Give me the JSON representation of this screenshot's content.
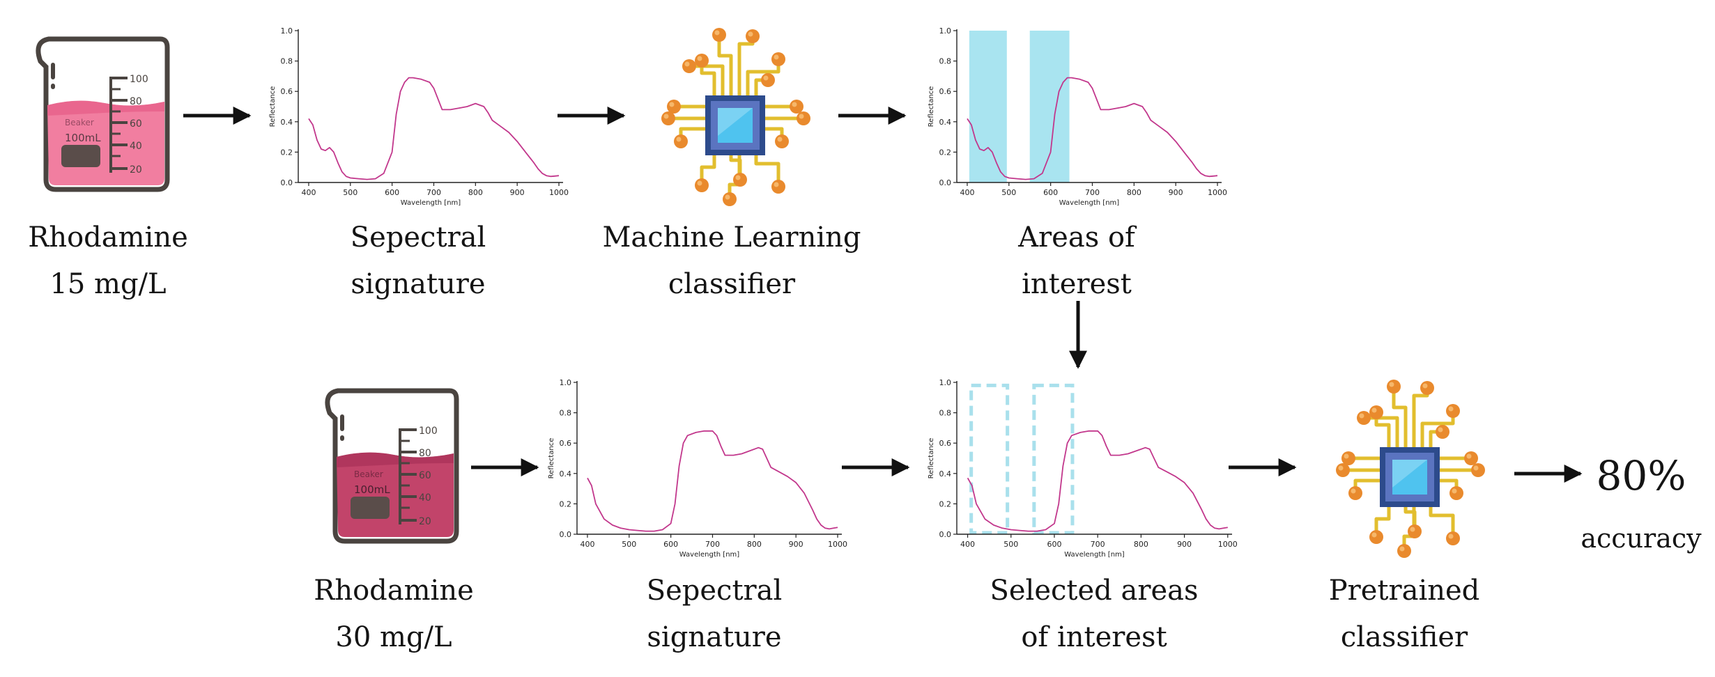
{
  "colors": {
    "spectrum_line": "#c2378c",
    "roi_fill": "#a9e4f0",
    "roi_dashed": "#a9e0ec",
    "liquid_light": "#f17ea0",
    "liquid_dark": "#c2446a",
    "chip_node": "#e98a2d",
    "chip_trace": "#e2be2e",
    "chip_core_outer": "#2d4b8c",
    "chip_core_inner": "#4fc3ef"
  },
  "captions": {
    "rhodamine15": [
      "Rhodamine",
      "15 mg/L"
    ],
    "signature_top": [
      "Sepectral",
      "signature"
    ],
    "ml_classifier": [
      "Machine Learning",
      "classifier"
    ],
    "areas_of_interest": [
      "Areas of",
      "interest"
    ],
    "rhodamine30": [
      "Rhodamine",
      "30 mg/L"
    ],
    "signature_bottom": [
      "Sepectral",
      "signature"
    ],
    "selected_areas": [
      "Selected areas",
      "of interest"
    ],
    "pretrained": [
      "Pretrained",
      "classifier"
    ]
  },
  "result": {
    "value": "80%",
    "label": "accuracy"
  },
  "beaker": {
    "brand": "Beaker",
    "volume": "100mL",
    "scale_labels": [
      "100",
      "80",
      "60",
      "40",
      "20"
    ]
  },
  "chart_data": [
    {
      "type": "line",
      "id": "spectral-signature-15",
      "xlabel": "Wavelength [nm]",
      "ylabel": "Reflectance",
      "xlim": [
        375,
        1010
      ],
      "ylim": [
        0,
        1.0
      ],
      "xticks": [
        400,
        500,
        600,
        700,
        800,
        900,
        1000
      ],
      "yticks": [
        0.0,
        0.2,
        0.4,
        0.6,
        0.8,
        1.0
      ],
      "series": [
        {
          "x": [
            400,
            410,
            420,
            430,
            440,
            450,
            460,
            470,
            480,
            490,
            500,
            520,
            540,
            560,
            580,
            600,
            610,
            620,
            630,
            640,
            650,
            670,
            690,
            700,
            710,
            720,
            740,
            760,
            780,
            800,
            820,
            830,
            840,
            860,
            880,
            900,
            920,
            940,
            950,
            960,
            970,
            980,
            990,
            1000
          ],
          "y": [
            0.42,
            0.38,
            0.28,
            0.22,
            0.21,
            0.23,
            0.2,
            0.13,
            0.07,
            0.04,
            0.03,
            0.025,
            0.02,
            0.025,
            0.06,
            0.2,
            0.45,
            0.6,
            0.66,
            0.69,
            0.69,
            0.68,
            0.66,
            0.62,
            0.55,
            0.48,
            0.48,
            0.49,
            0.5,
            0.52,
            0.5,
            0.46,
            0.41,
            0.37,
            0.33,
            0.27,
            0.2,
            0.13,
            0.09,
            0.06,
            0.045,
            0.04,
            0.042,
            0.045
          ]
        }
      ]
    },
    {
      "type": "line",
      "id": "areas-of-interest",
      "xlabel": "Wavelength [nm]",
      "ylabel": "Reflectance",
      "xlim": [
        375,
        1010
      ],
      "ylim": [
        0,
        1.0
      ],
      "xticks": [
        400,
        500,
        600,
        700,
        800,
        900,
        1000
      ],
      "yticks": [
        0.0,
        0.2,
        0.4,
        0.6,
        0.8,
        1.0
      ],
      "highlight_bands": [
        [
          405,
          495
        ],
        [
          550,
          645
        ]
      ],
      "highlight_style": "filled",
      "series": [
        {
          "x": [
            400,
            410,
            420,
            430,
            440,
            450,
            460,
            470,
            480,
            490,
            500,
            520,
            540,
            560,
            580,
            600,
            610,
            620,
            630,
            640,
            650,
            670,
            690,
            700,
            710,
            720,
            740,
            760,
            780,
            800,
            820,
            830,
            840,
            860,
            880,
            900,
            920,
            940,
            950,
            960,
            970,
            980,
            990,
            1000
          ],
          "y": [
            0.42,
            0.38,
            0.28,
            0.22,
            0.21,
            0.23,
            0.2,
            0.13,
            0.07,
            0.04,
            0.03,
            0.025,
            0.02,
            0.025,
            0.06,
            0.2,
            0.45,
            0.6,
            0.66,
            0.69,
            0.69,
            0.68,
            0.66,
            0.62,
            0.55,
            0.48,
            0.48,
            0.49,
            0.5,
            0.52,
            0.5,
            0.46,
            0.41,
            0.37,
            0.33,
            0.27,
            0.2,
            0.13,
            0.09,
            0.06,
            0.045,
            0.04,
            0.042,
            0.045
          ]
        }
      ]
    },
    {
      "type": "line",
      "id": "spectral-signature-30",
      "xlabel": "Wavelength [nm]",
      "ylabel": "Reflectance",
      "xlim": [
        375,
        1010
      ],
      "ylim": [
        0,
        1.0
      ],
      "xticks": [
        400,
        500,
        600,
        700,
        800,
        900,
        1000
      ],
      "yticks": [
        0.0,
        0.2,
        0.4,
        0.6,
        0.8,
        1.0
      ],
      "series": [
        {
          "x": [
            400,
            410,
            420,
            440,
            460,
            480,
            500,
            520,
            540,
            560,
            580,
            600,
            610,
            620,
            630,
            640,
            660,
            680,
            700,
            710,
            720,
            730,
            750,
            770,
            790,
            810,
            820,
            830,
            840,
            860,
            880,
            900,
            920,
            940,
            950,
            960,
            970,
            980,
            990,
            1000
          ],
          "y": [
            0.37,
            0.32,
            0.2,
            0.1,
            0.06,
            0.04,
            0.03,
            0.025,
            0.02,
            0.02,
            0.03,
            0.07,
            0.2,
            0.45,
            0.6,
            0.65,
            0.67,
            0.68,
            0.68,
            0.65,
            0.58,
            0.52,
            0.52,
            0.53,
            0.55,
            0.57,
            0.56,
            0.5,
            0.44,
            0.41,
            0.38,
            0.34,
            0.27,
            0.16,
            0.1,
            0.06,
            0.04,
            0.035,
            0.04,
            0.045
          ]
        }
      ]
    },
    {
      "type": "line",
      "id": "selected-areas-of-interest",
      "xlabel": "Wavelength [nm]",
      "ylabel": "Reflectance",
      "xlim": [
        375,
        1010
      ],
      "ylim": [
        0,
        1.0
      ],
      "xticks": [
        400,
        500,
        600,
        700,
        800,
        900,
        1000
      ],
      "yticks": [
        0.0,
        0.2,
        0.4,
        0.6,
        0.8,
        1.0
      ],
      "highlight_bands": [
        [
          405,
          495
        ],
        [
          550,
          645
        ]
      ],
      "highlight_style": "dashed",
      "series": [
        {
          "x": [
            400,
            410,
            420,
            440,
            460,
            480,
            500,
            520,
            540,
            560,
            580,
            600,
            610,
            620,
            630,
            640,
            660,
            680,
            700,
            710,
            720,
            730,
            750,
            770,
            790,
            810,
            820,
            830,
            840,
            860,
            880,
            900,
            920,
            940,
            950,
            960,
            970,
            980,
            990,
            1000
          ],
          "y": [
            0.37,
            0.32,
            0.2,
            0.1,
            0.06,
            0.04,
            0.03,
            0.025,
            0.02,
            0.02,
            0.03,
            0.07,
            0.2,
            0.45,
            0.6,
            0.65,
            0.67,
            0.68,
            0.68,
            0.65,
            0.58,
            0.52,
            0.52,
            0.53,
            0.55,
            0.57,
            0.56,
            0.5,
            0.44,
            0.41,
            0.38,
            0.34,
            0.27,
            0.16,
            0.1,
            0.06,
            0.04,
            0.035,
            0.04,
            0.045
          ]
        }
      ]
    }
  ]
}
